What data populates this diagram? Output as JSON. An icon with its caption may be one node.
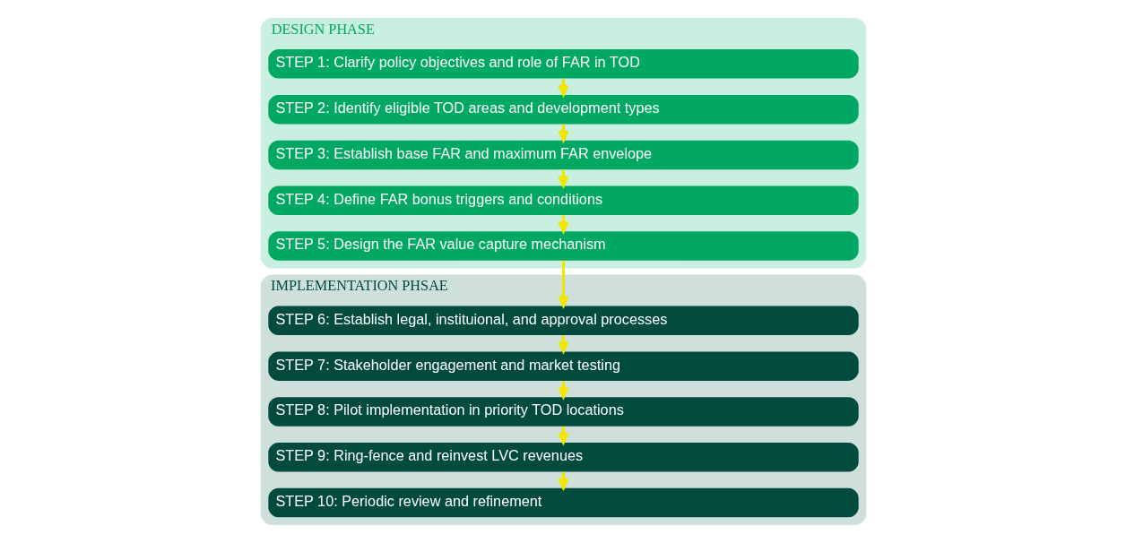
{
  "diagram": {
    "nodes": [
      {
        "text": [
          "DESIGN PHASE"
        ]
      },
      {
        "text": [
          "STEP 1: Clarify policy objectives and role of FAR in TOD"
        ],
        "in": 0
      },
      {
        "text": [
          "STEP 2: Identify eligible TOD areas and development types"
        ],
        "in": 0
      },
      {
        "text": [
          "STEP 3: Establish base FAR and maximum FAR envelope"
        ],
        "in": 0
      },
      {
        "text": [
          "STEP 4: Define FAR bonus triggers and conditions"
        ],
        "in": 0
      },
      {
        "text": [
          "STEP 5: Design the FAR value capture mechanism"
        ],
        "in": 0
      },
      {
        "text": [
          "IMPLEMENTATION PHSAE"
        ]
      },
      {
        "text": [
          "STEP 6: Establish legal, instituional, and approval processes"
        ],
        "in": 6
      },
      {
        "text": [
          "STEP 7: Stakeholder engagement and market testing"
        ],
        "in": 6
      },
      {
        "text": [
          "STEP 8: Pilot implementation in priority TOD locations"
        ],
        "in": 6
      },
      {
        "text": [
          "STEP 9: Ring-fence and reinvest LVC revenues"
        ],
        "in": 6
      },
      {
        "text": [
          "STEP 10: Periodic review and refinement"
        ],
        "in": 6
      }
    ],
    "edges": [
      {
        "from": 1,
        "to": 2,
        "arrow": "to"
      },
      {
        "from": 2,
        "to": 3,
        "arrow": "to"
      },
      {
        "from": 3,
        "to": 4,
        "arrow": "to"
      },
      {
        "from": 4,
        "to": 5,
        "arrow": "to"
      },
      {
        "from": 5,
        "to": 7,
        "arrow": "to"
      },
      {
        "from": 7,
        "to": 8,
        "arrow": "to"
      },
      {
        "from": 8,
        "to": 9,
        "arrow": "to"
      },
      {
        "from": 9,
        "to": 10,
        "arrow": "to"
      },
      {
        "from": 10,
        "to": 11,
        "arrow": "to"
      }
    ]
  }
}
